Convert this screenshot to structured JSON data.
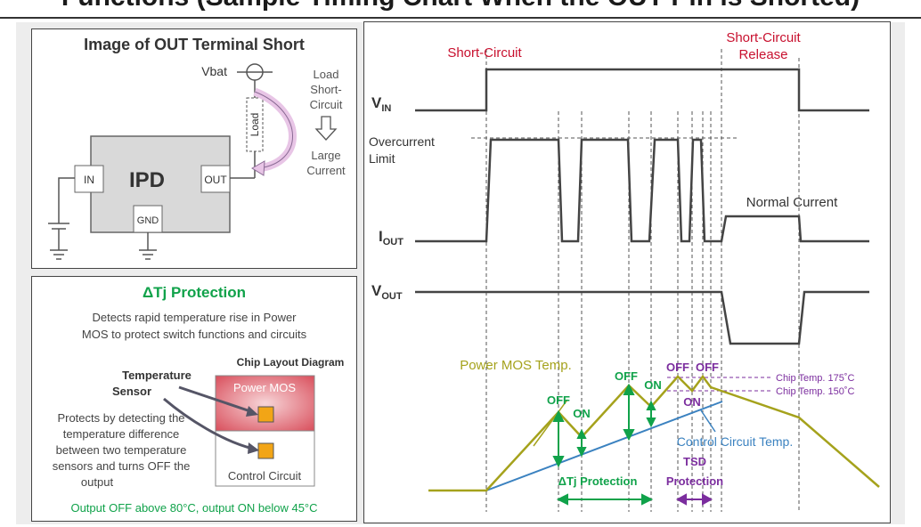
{
  "header": {
    "title": "Functions (Sample Timing Chart When the OUT Pin is Shorted)"
  },
  "short_panel": {
    "title": "Image of OUT Terminal Short",
    "vbat": "Vbat",
    "load_box": "Load",
    "load_short": [
      "Load",
      "Short-",
      "Circuit"
    ],
    "large_current": [
      "Large",
      "Current"
    ],
    "ipd": "IPD",
    "pin_in": "IN",
    "pin_out": "OUT",
    "pin_gnd": "GND"
  },
  "dtj_panel": {
    "title": "ΔTj Protection",
    "desc_line1": "Detects rapid temperature rise in Power",
    "desc_line2": "MOS to protect switch functions and circuits",
    "chip_layout": "Chip Layout Diagram",
    "temp_sensor_1": "Temperature",
    "temp_sensor_2": "Sensor",
    "power_mos": "Power MOS",
    "control_circuit": "Control Circuit",
    "protects": [
      "Protects by detecting the",
      "temperature difference",
      "between two temperature",
      "sensors and turns OFF the",
      "output"
    ],
    "threshold": "Output OFF above 80°C, output ON below 45°C"
  },
  "timing": {
    "short_circuit": "Short-Circuit",
    "short_release_1": "Short-Circuit",
    "short_release_2": "Release",
    "vin_main": "V",
    "vin_sub": "IN",
    "overcurrent_1": "Overcurrent",
    "overcurrent_2": "Limit",
    "normal_current": "Normal Current",
    "iout_main": "I",
    "iout_sub": "OUT",
    "vout_main": "V",
    "vout_sub": "OUT",
    "power_mos_temp": "Power MOS Temp.",
    "control_temp": "Control Circuit Temp.",
    "chip_175": "Chip Temp. 175˚C",
    "chip_150": "Chip Temp. 150˚C",
    "off": "OFF",
    "on": "ON",
    "dtj_protection": "ΔTj Protection",
    "tsd_1": "TSD",
    "tsd_2": "Protection"
  },
  "colors": {
    "red_label": "#c8102e",
    "green": "#10a24a",
    "olive": "#a5a21c",
    "blue": "#3b82c0",
    "purple": "#7b2d9e",
    "signal": "#444444",
    "pink": "#e8c5e6"
  }
}
